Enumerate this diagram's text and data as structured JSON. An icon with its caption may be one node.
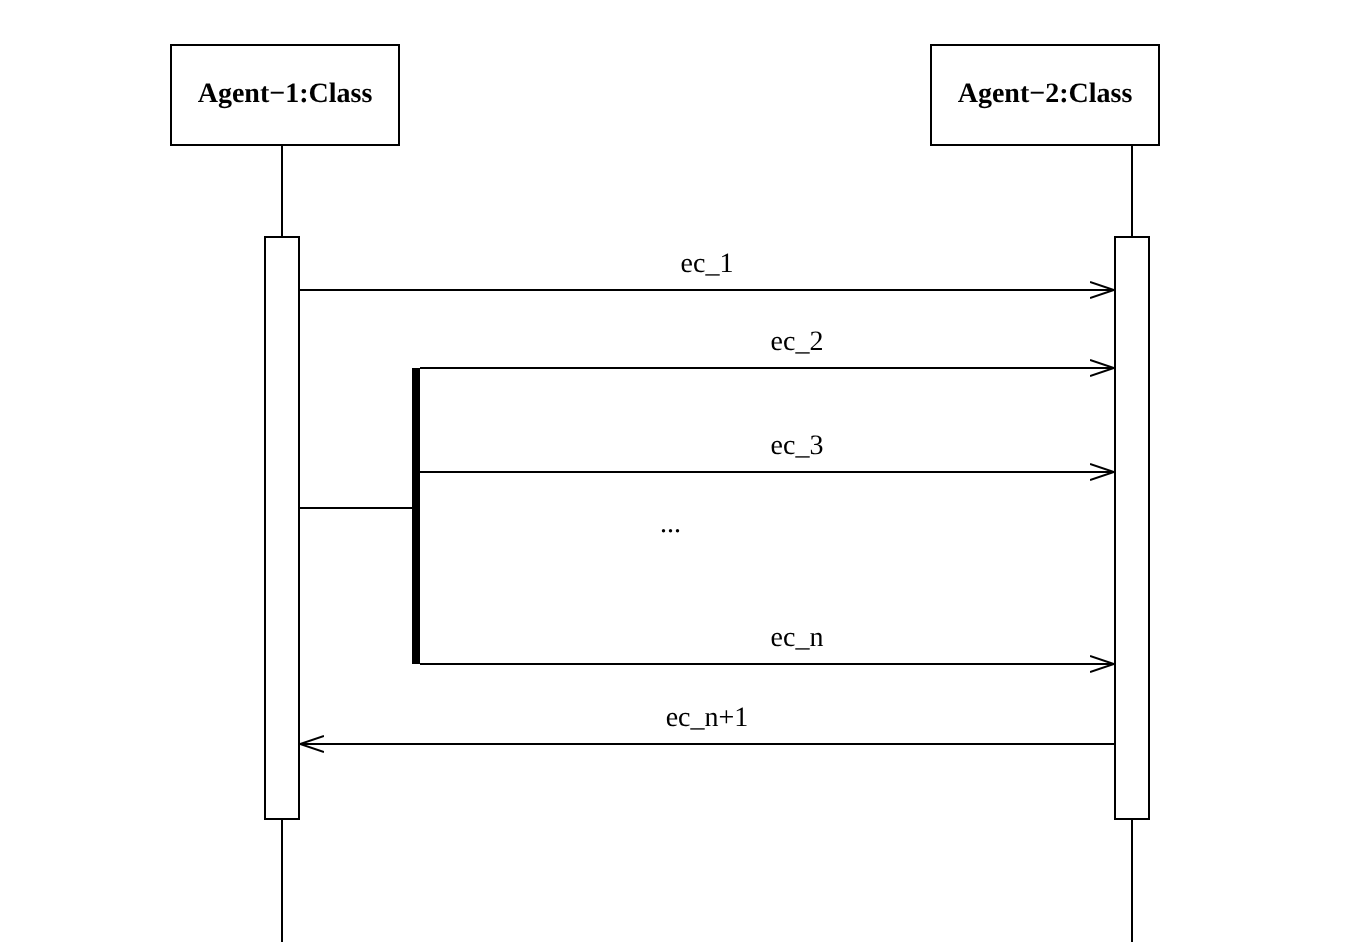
{
  "diagram": {
    "nodes": [
      {
        "text": [
          "Agent−1:Class"
        ]
      },
      {
        "text": [
          "Agent−2:Class"
        ]
      },
      {
        "text": [],
        "shape": "bar"
      },
      {
        "text": [],
        "shape": "bar"
      },
      {
        "text": [],
        "shape": "bar"
      }
    ],
    "edges": [
      {
        "from": 0,
        "to": 2,
        "arrow": "none"
      },
      {
        "from": 2,
        "to": null,
        "arrow": "none"
      },
      {
        "from": 1,
        "to": 4,
        "arrow": "none"
      },
      {
        "from": 4,
        "to": null,
        "arrow": "none"
      },
      {
        "from": 2,
        "to": 4,
        "arrow": "to",
        "label": "ec_1"
      },
      {
        "from": 2,
        "to": 3,
        "arrow": "none"
      },
      {
        "from": 3,
        "to": 4,
        "arrow": "to",
        "label": "ec_2"
      },
      {
        "from": 3,
        "to": 4,
        "arrow": "to",
        "label": "ec_3"
      },
      {
        "from": 3,
        "to": 4,
        "arrow": "to",
        "label": "ec_n"
      },
      {
        "from": 4,
        "to": 2,
        "arrow": "to",
        "label": "ec_n+1"
      }
    ],
    "labels": [
      "..."
    ]
  }
}
